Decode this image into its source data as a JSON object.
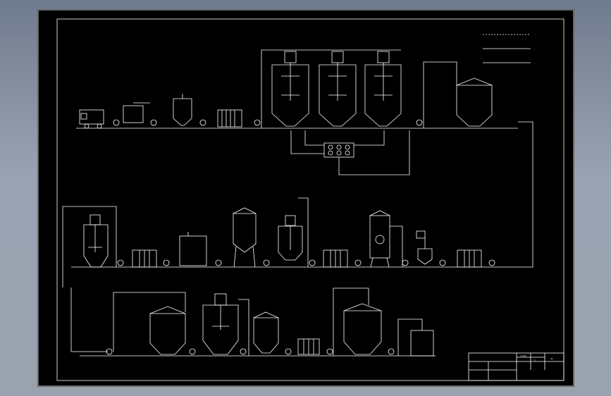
{
  "drawing": {
    "background": "#000000",
    "stroke_color": "#ffffff"
  },
  "legend": {
    "items": [
      {
        "label": "·· ·"
      },
      {
        "label": "·· ·"
      },
      {
        "label": "·· ·"
      }
    ]
  },
  "title_block": {
    "scale_text": "1:100",
    "sheet_text": "1",
    "size_text": "A1"
  }
}
